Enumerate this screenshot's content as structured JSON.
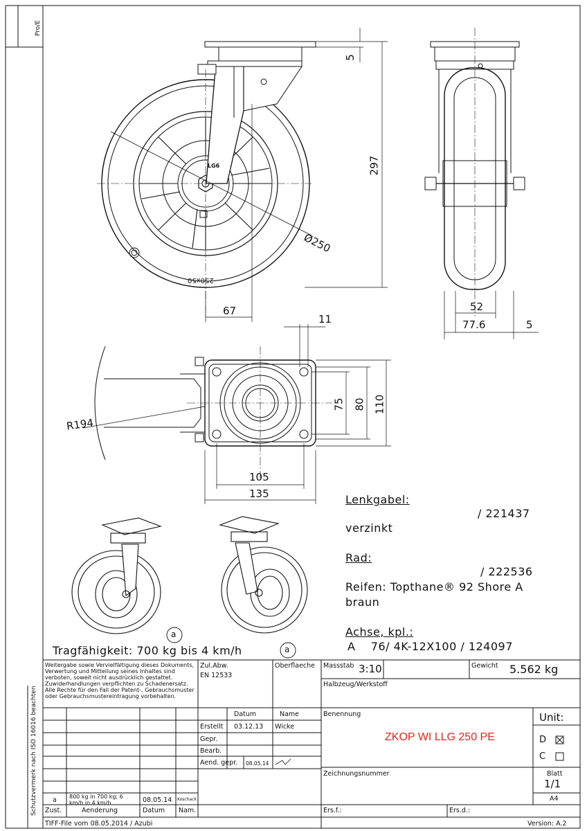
{
  "side": {
    "corner": "Pro/E",
    "protection": "Schutzvermerk nach ISO 16016 beachten"
  },
  "dims": {
    "d5_top": "5",
    "d297": "297",
    "d250": "Ø250",
    "d67": "67",
    "d52": "52",
    "d77_6": "77.6",
    "d5_bottom": "5",
    "d11": "11",
    "d75": "75",
    "d80": "80",
    "d110": "110",
    "d105": "105",
    "d135": "135",
    "r194": "R194",
    "wheel_mark": "LG6",
    "tyre_mark": "250x50"
  },
  "spec": {
    "lenkgabel_label": "Lenkgabel:",
    "lenkgabel_no": "/ 221437",
    "lenkgabel_finish": "verzinkt",
    "rad_label": "Rad:",
    "rad_no": "/ 222536",
    "reifen": "Reifen: Topthane® 92 Shore A",
    "reifen_color": "braun",
    "achse_label": "Achse, kpl.:",
    "achse_value": "A    76/ 4K-12X100 / 124097",
    "tragfaehigkeit": "Tragfähigkeit: 700 kg bis 4 km/h",
    "revision_mark": "a"
  },
  "titleblock": {
    "legal": "Weitergabe sowie Vervielfältigung dieses Dokuments, Verwertung und Mitteilung seines Inhaltes sind verboten, soweit nicht ausdrücklich gestattet. Zuwiderhandlungen verpflichten zu Schadenersatz. Alle Rechte für den Fall der Patent-, Gebrauchsmuster oder Gebrauchsmustereintragung vorbehalten.",
    "zul_abw_label": "Zul.Abw.",
    "zul_abw_value": "EN 12533",
    "oberflaeche_label": "Oberflaeche",
    "massstab_label": "Massstab",
    "massstab_value": "3:10",
    "gewicht_label": "Gewicht",
    "gewicht_value": "5.562 kg",
    "halbzeug_label": "Halbzeug/Werkstoff",
    "datum_label": "Datum",
    "name_label": "Name",
    "erstellt_label": "Erstellt",
    "erstellt_date": "03.12.13",
    "erstellt_name": "Wicke",
    "gepr_label": "Gepr.",
    "bearb_label": "Bearb.",
    "aend_label": "Aend. gepr.",
    "aend_date": "08.05.14",
    "benennung_label": "Benennung",
    "benennung_value": "ZKOP WI LLG 250 PE",
    "benennung_color": "#e0241b",
    "unit_label": "Unit:",
    "unit_d": "D",
    "unit_c": "C",
    "zeichnungsnummer_label": "Zeichnungsnummer",
    "blatt_label": "Blatt",
    "blatt_value": "1/1",
    "format_value": "A4",
    "rev_zust": "a",
    "rev_text": "800 kg in 700 kg; 6 km/h in 4 km/h",
    "rev_date": "08.05.14",
    "rev_name": "Koschack",
    "zust_label": "Zust.",
    "aenderung_label": "Aenderung",
    "datum2_label": "Datum",
    "nam_label": "Nam.",
    "ersf_label": "Ers.f.:",
    "ersd_label": "Ers.d.:",
    "tiff": "TIFF-File vom 08.05.2014 / Azubi",
    "version": "Version: A.2"
  }
}
